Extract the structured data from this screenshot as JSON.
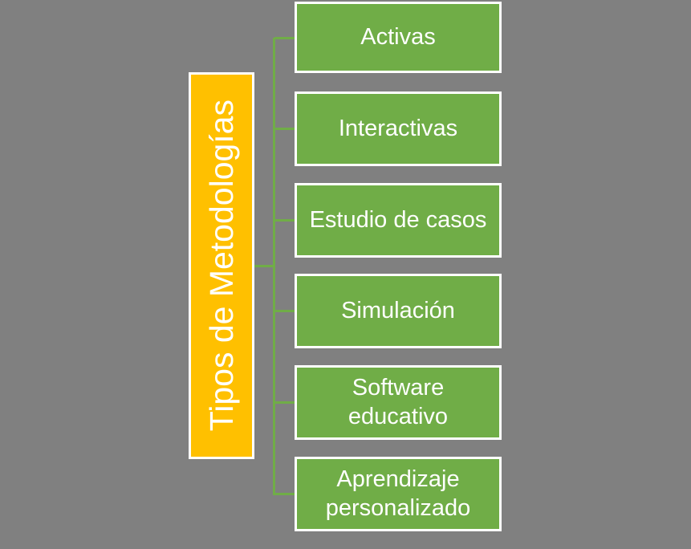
{
  "diagram": {
    "type": "hierarchy",
    "root": {
      "label": "Tipos de Metodologías"
    },
    "nodes": [
      {
        "label": "Activas"
      },
      {
        "label": "Interactivas"
      },
      {
        "label": "Estudio de casos"
      },
      {
        "label": "Simulación"
      },
      {
        "label": "Software educativo"
      },
      {
        "label": "Aprendizaje personalizado"
      }
    ],
    "colors": {
      "background": "#808080",
      "root_fill": "#FFC000",
      "node_fill": "#70AD47",
      "connector": "#70AD47",
      "border": "#FFFFFF",
      "text": "#FFFFFF"
    }
  }
}
